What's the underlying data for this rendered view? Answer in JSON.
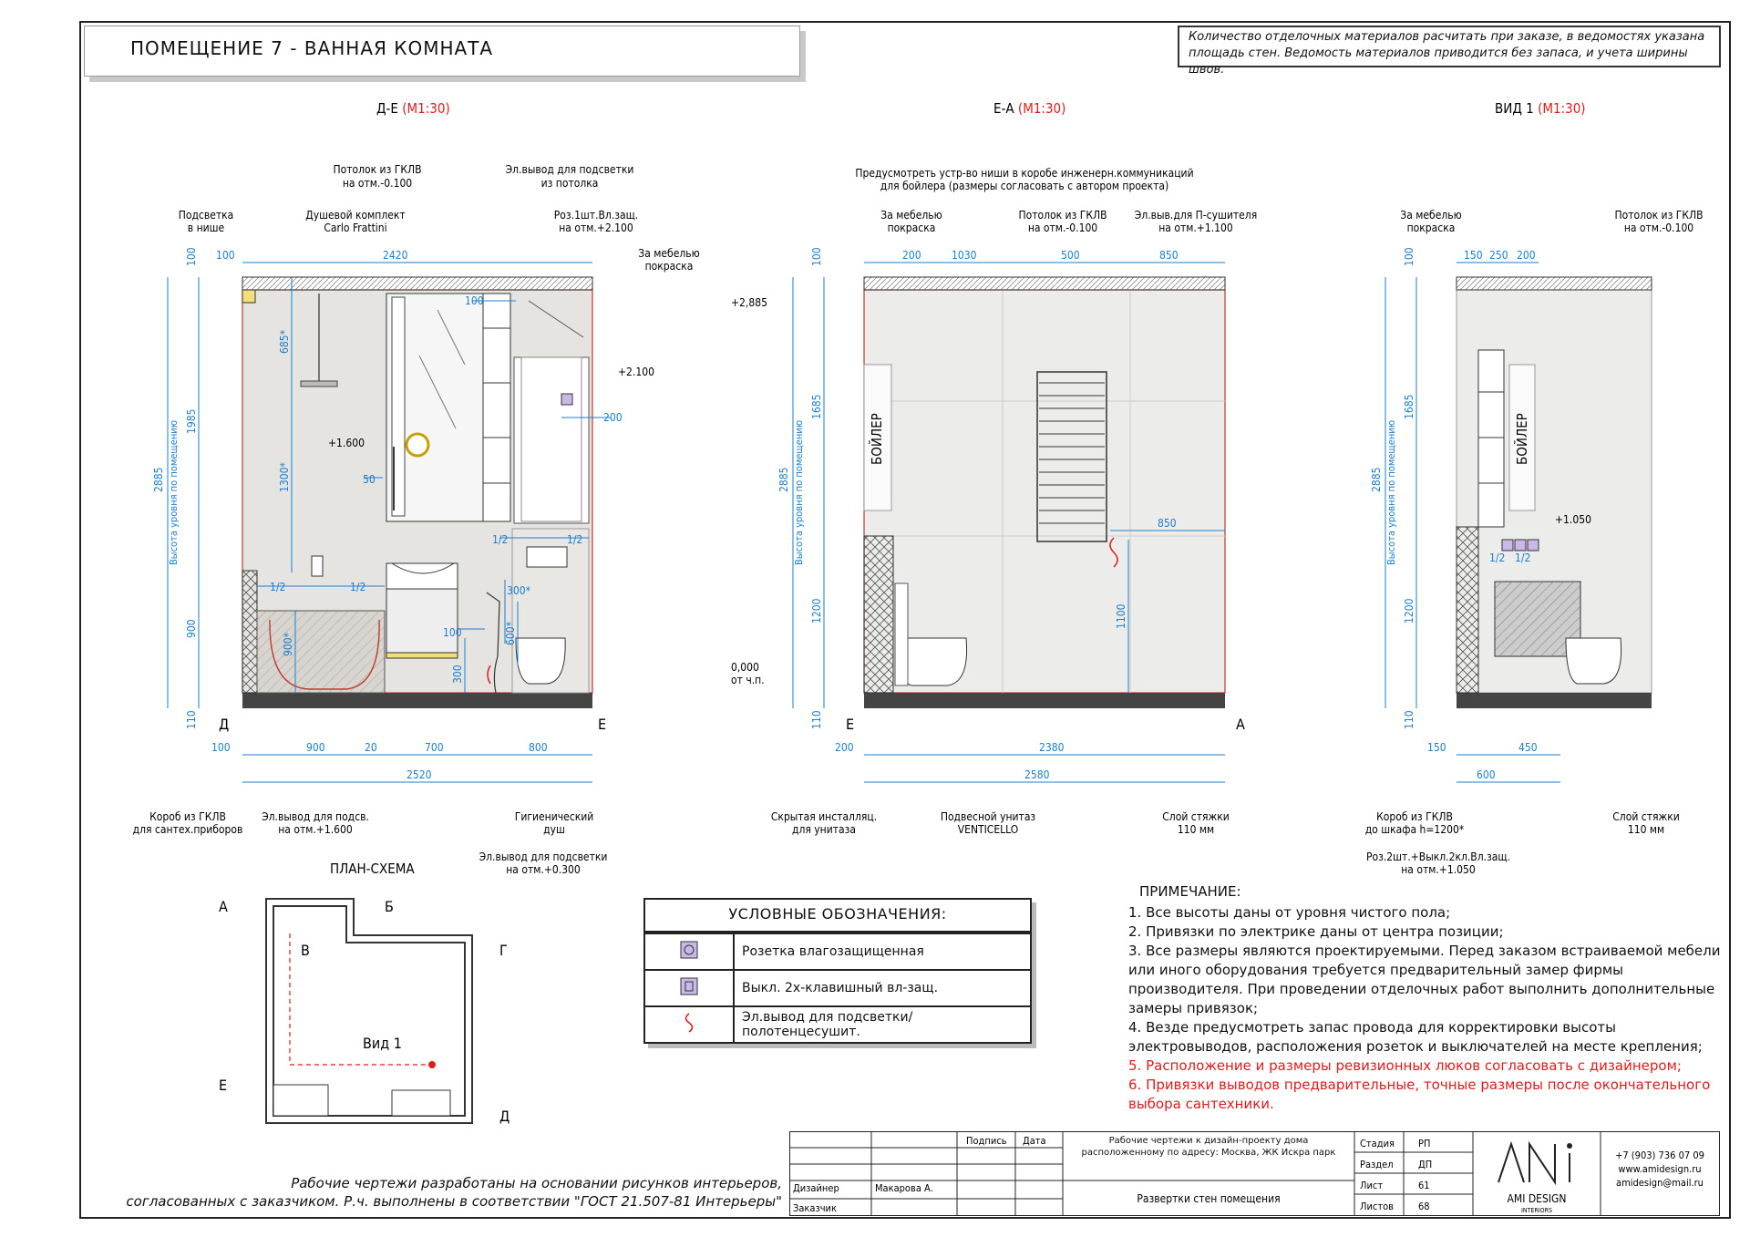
{
  "header": {
    "title": "ПОМЕЩЕНИЕ 7 - ВАННАЯ КОМНАТА",
    "note": "Количество отделочных материалов расчитать при заказе, в ведомостях указана площадь стен. Ведомость материалов приводится без запаса, и учета ширины швов."
  },
  "views": {
    "de": {
      "title": "Д-Е",
      "scale": "(М1:30)"
    },
    "ea": {
      "title": "Е-А",
      "scale": "(М1:30)"
    },
    "v1": {
      "title": "ВИД 1",
      "scale": "(М1:30)"
    }
  },
  "de_labels": {
    "ceiling": "Потолок из ГКЛВ",
    "ceiling_mark": "на отм.-0.100",
    "light_out": "Эл.вывод для подсветки",
    "light_out2": "из потолка",
    "niche_light": "Подсветка",
    "niche_light2": "в нише",
    "shower": "Душевой комплект",
    "shower2": "Carlo Frattini",
    "socket": "Роз.1шт.Вл.защ.",
    "socket2": "на отм.+2.100",
    "behind_furniture": "За мебелью",
    "behind_furniture2": "покраска",
    "box": "Короб из ГКЛВ",
    "box2": "для сантех.приборов",
    "el_out": "Эл.вывод для подсв.",
    "el_out2": "на отм.+1.600",
    "hygiene": "Гигиенический",
    "hygiene2": "душ",
    "el_out3": "Эл.вывод для подсветки",
    "el_out4": "на отм.+0.300"
  },
  "de_dims": {
    "top": [
      "100",
      "2420"
    ],
    "bottom": [
      "100",
      "900",
      "20",
      "700",
      "800"
    ],
    "total": "2520",
    "height": "2885",
    "height_label": "Высота уровня по помещению",
    "h1": "100",
    "h2": "1985",
    "h3": "900",
    "h4": "110",
    "v685": "685*",
    "v1300": "1300*",
    "v900": "900*",
    "v600": "600*",
    "v300b": "300*",
    "v300": "300",
    "d100": "100",
    "d100b": "100",
    "d200": "200",
    "d50": "50",
    "half": "1/2",
    "mark1600": "+1.600",
    "mark2100": "+2.100",
    "left_letter": "Д",
    "right_letter": "Е"
  },
  "ea_labels": {
    "niche": "Предусмотреть устр-во ниши в коробе инженерн.коммуникаций",
    "niche2": "для бойлера (размеры согласовать с автором проекта)",
    "behind": "За мебелью",
    "behind2": "покраска",
    "ceiling": "Потолок из ГКЛВ",
    "ceiling2": "на отм.-0.100",
    "dryer": "Эл.выв.для П-сушителя",
    "dryer2": "на отм.+1.100",
    "boiler": "БОЙЛЕР",
    "install": "Скрытая инсталляц.",
    "install2": "для унитаза",
    "wc": "Подвесной унитаз",
    "wc2": "VENTICELLO",
    "screed": "Слой стяжки",
    "screed2": "110 мм",
    "mark2885": "+2,885",
    "mark0": "0,000",
    "mark0b": "от ч.п."
  },
  "ea_dims": {
    "top": [
      "200",
      "1030",
      "500",
      "850"
    ],
    "d850": "850",
    "bottom": [
      "200",
      "2380"
    ],
    "total": "2580",
    "height": "2885",
    "height_label": "Высота уровня по помещению",
    "h1": "100",
    "h2": "1685",
    "h3": "1200",
    "h4": "110",
    "h1100": "1100",
    "left_letter": "Е",
    "right_letter": "А"
  },
  "v1_labels": {
    "behind": "За мебелью",
    "behind2": "покраска",
    "ceiling": "Потолок из ГКЛВ",
    "ceiling2": "на отм.-0.100",
    "boiler": "БОЙЛЕР",
    "box": "Короб из ГКЛВ",
    "box2": "до шкафа h=1200*",
    "socket": "Роз.2шт.+Выкл.2кл.Вл.защ.",
    "socket2": "на отм.+1.050",
    "screed": "Слой стяжки",
    "screed2": "110 мм",
    "mark": "+1.050"
  },
  "v1_dims": {
    "top": [
      "150",
      "250",
      "200"
    ],
    "bottom": [
      "150",
      "450"
    ],
    "total": "600",
    "height": "2885",
    "height_label": "Высота уровня по помещению",
    "h1": "100",
    "h2": "1685",
    "h3": "1200",
    "h4": "110",
    "half": "1/2"
  },
  "plan": {
    "title": "ПЛАН-СХЕМА",
    "letters": [
      "А",
      "Б",
      "В",
      "Г",
      "Е",
      "Д"
    ],
    "view": "Вид 1"
  },
  "legend": {
    "title": "УСЛОВНЫЕ ОБОЗНАЧЕНИЯ:",
    "items": [
      {
        "icon": "socket-icon",
        "label": "Розетка влагозащищенная"
      },
      {
        "icon": "switch-icon",
        "label": "Выкл. 2х-клавишный вл-защ."
      },
      {
        "icon": "wire-icon",
        "label": "Эл.вывод для подсветки/полотенцесушит."
      }
    ]
  },
  "notes": {
    "title": "ПРИМЕЧАНИЕ:",
    "lines": [
      "1. Все высоты даны от уровня чистого пола;",
      "2. Привязки по электрике даны от центра позиции;",
      "3. Все размеры являются проектируемыми. Перед заказом встраиваемой мебели или иного оборудования требуется предварительный замер фирмы производителя.  При проведении отделочных работ выполнить дополнительные замеры привязок;",
      "4. Везде предусмотреть запас провода для корректировки высоты электровыводов, расположения розеток и выключателей на месте крепления;"
    ],
    "red_lines": [
      "5. Расположение и размеры ревизионных люков согласовать с дизайнером;",
      "6. Привязки выводов предварительные, точные размеры после окончательного выбора сантехники."
    ]
  },
  "credits": {
    "line1": "Рабочие чертежи разработаны на основании рисунков интерьеров,",
    "line2": "согласованных с заказчиком. Р.ч. выполнены в соответствии \"ГОСТ 21.507-81 Интерьеры\""
  },
  "stamp": {
    "sign": "Подпись",
    "date": "Дата",
    "project": "Рабочие чертежи к дизайн-проекту дома расположенному по адресу: Москва, ЖК Искра парк",
    "sheet_title": "Развертки стен помещения",
    "designer_label": "Дизайнер",
    "designer": "Макарова А.",
    "client_label": "Заказчик",
    "stage_label": "Стадия",
    "stage": "РП",
    "section_label": "Раздел",
    "section": "ДП",
    "sheet_label": "Лист",
    "sheet": "61",
    "sheets_label": "Листов",
    "sheets": "68",
    "logo": "AMI DESIGN",
    "logo_sub": "INTERIORS",
    "phone": "+7 (903) 736 07 09",
    "site": "www.amidesign.ru",
    "email": "amidesign@mail.ru"
  },
  "colors": {
    "dimension": "#1a7fd1",
    "accent": "#e01b1b",
    "floor": "#444444",
    "wall": "#e6e4e1"
  }
}
